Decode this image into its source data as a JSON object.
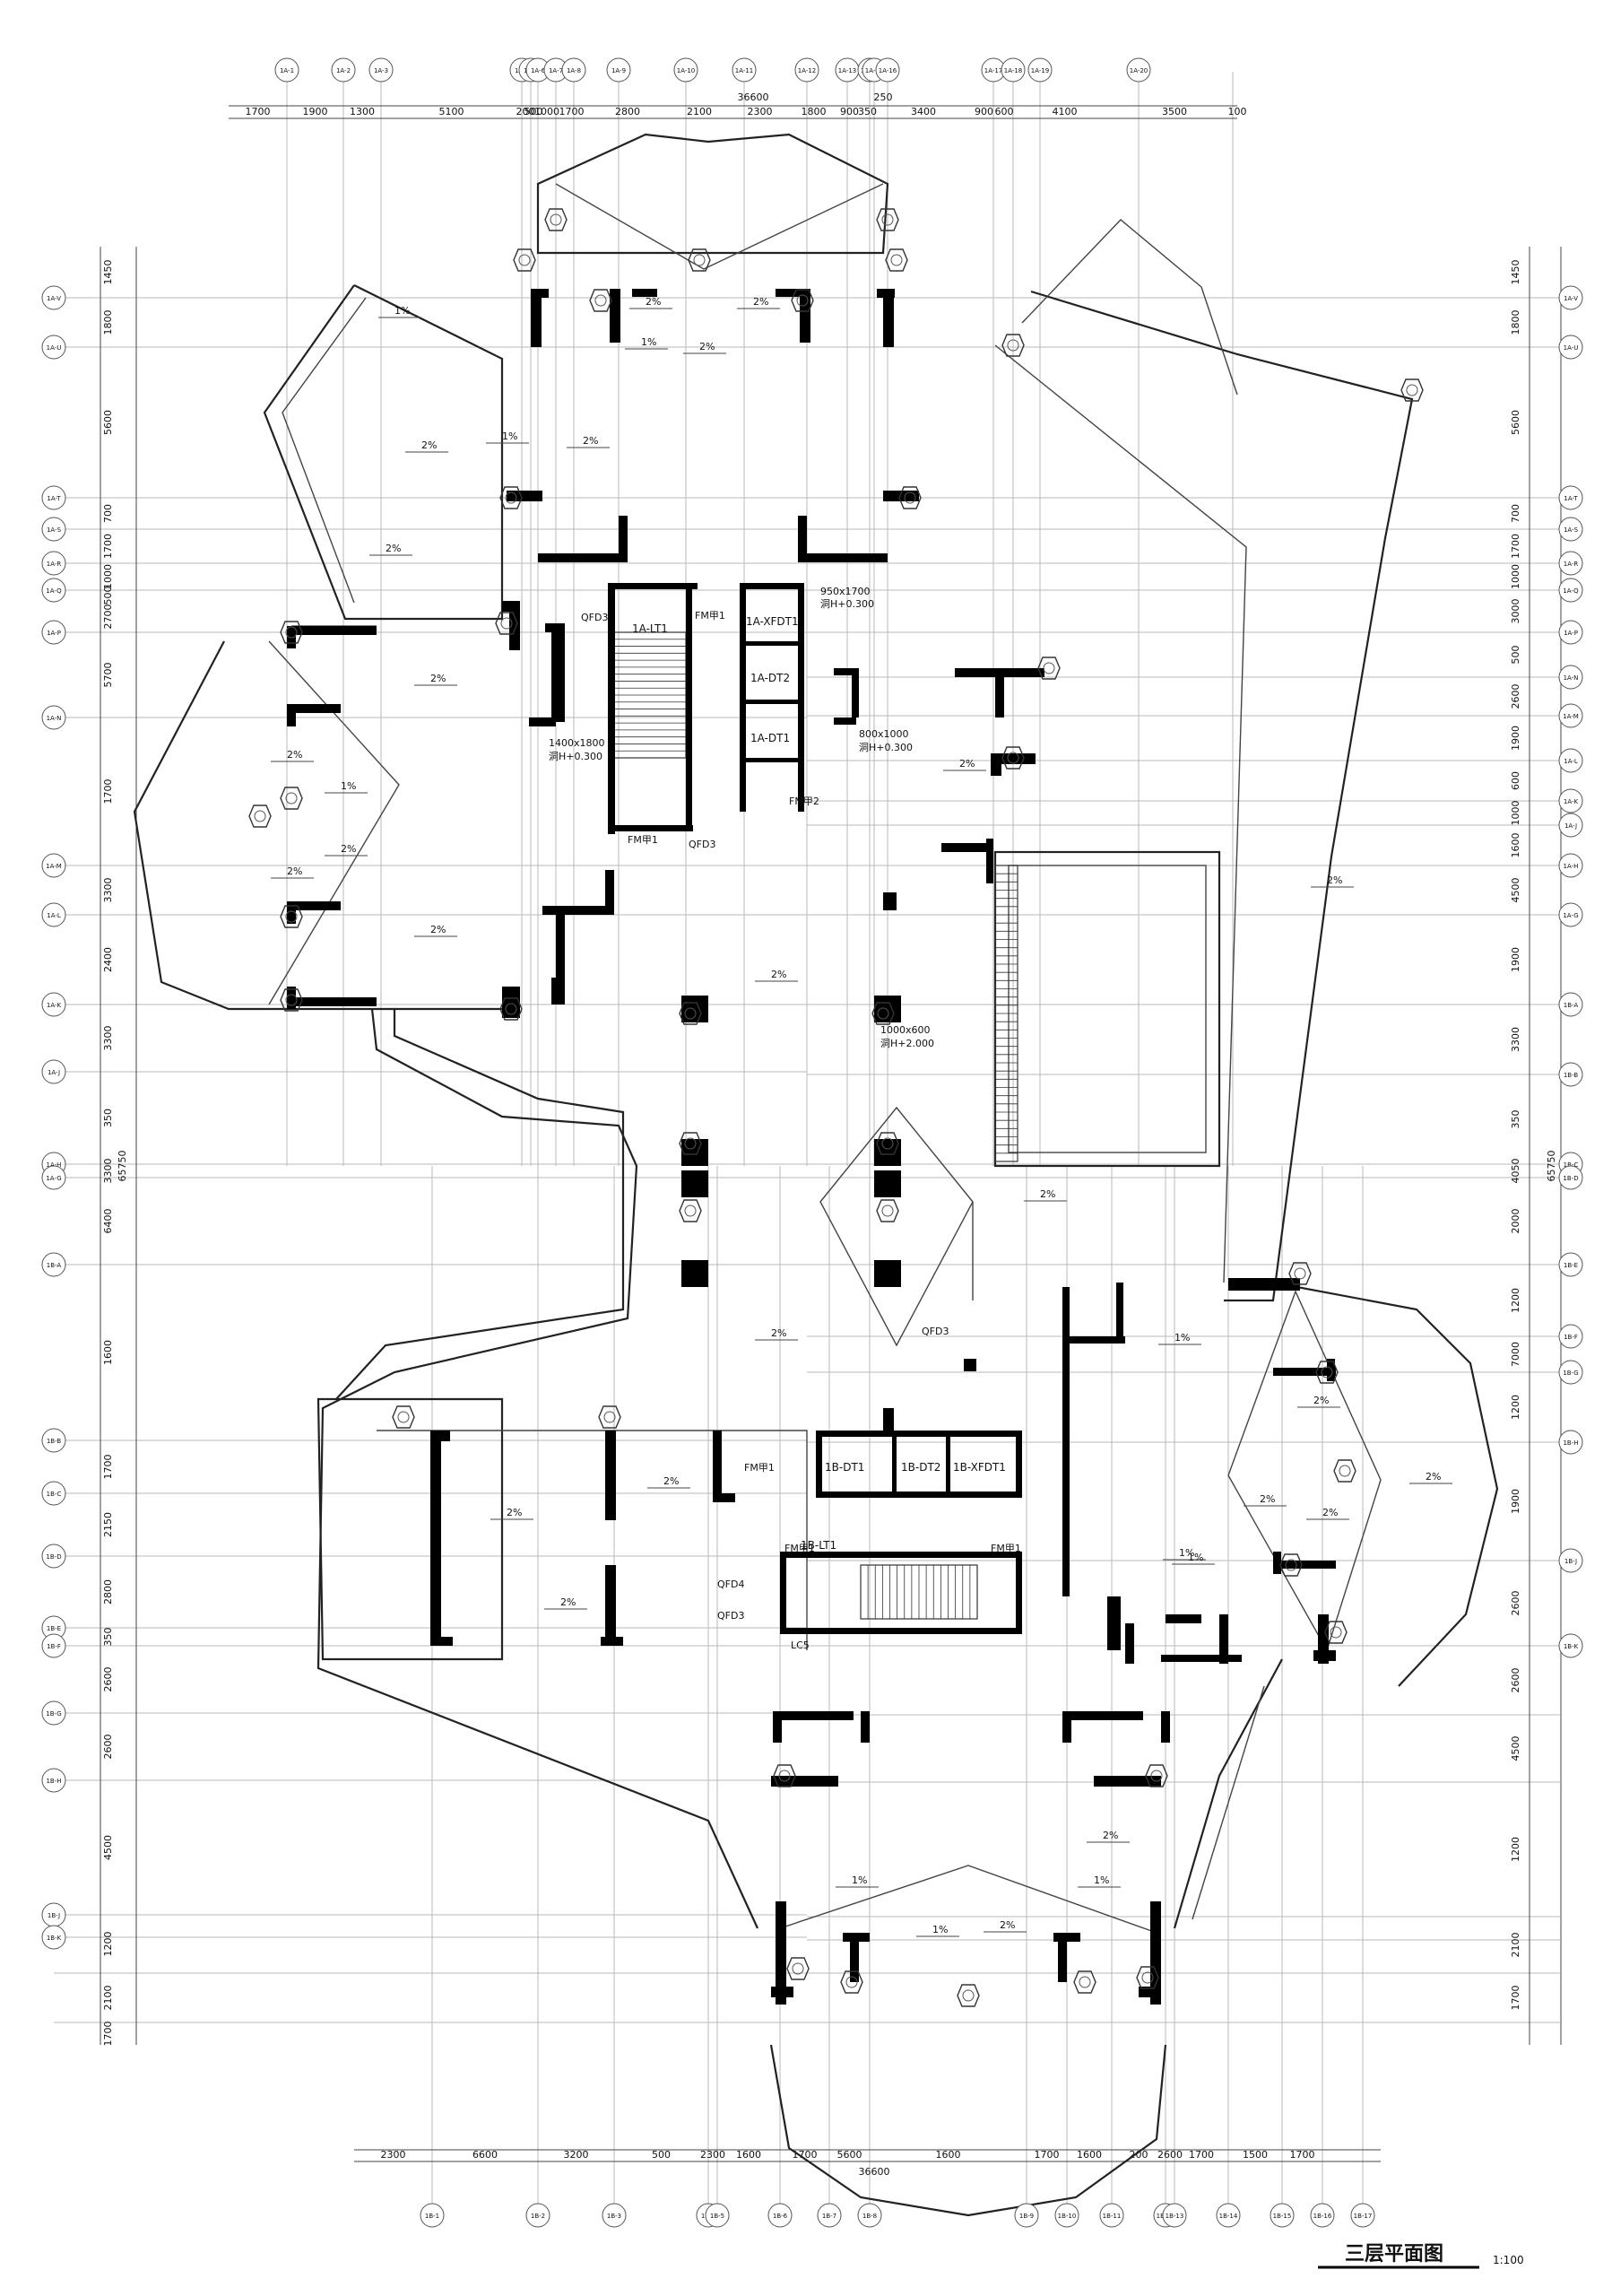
{
  "drawing": {
    "title": "三层平面图",
    "scale": "1:100"
  },
  "top_axes": [
    "1A-1",
    "1A-2",
    "1A-3",
    "1A-4",
    "1A-5",
    "1A-6",
    "1A-7",
    "1A-8",
    "1A-9",
    "1A-10",
    "1A-11",
    "1A-12",
    "1A-13",
    "1A-14",
    "1A-15",
    "1A-16",
    "1A-17",
    "1A-18",
    "1A-19",
    "1A-20"
  ],
  "bottom_axes": [
    "1B-1",
    "1B-2",
    "1B-3",
    "1B-4",
    "1B-5",
    "1B-6",
    "1B-7",
    "1B-8",
    "1B-9",
    "1B-10",
    "1B-11",
    "1B-12",
    "1B-13",
    "1B-14",
    "1B-15",
    "1B-16",
    "1B-17"
  ],
  "left_axes": [
    "1A-V",
    "1A-U",
    "1A-T",
    "1A-S",
    "1A-R",
    "1A-Q",
    "1A-P",
    "1A-N",
    "1A-M",
    "1A-L",
    "1A-K",
    "1A-J",
    "1A-H",
    "1A-G",
    "1B-A",
    "1B-B",
    "1B-C",
    "1B-D",
    "1B-E",
    "1B-F",
    "1B-G",
    "1B-H",
    "1B-J",
    "1B-K"
  ],
  "right_axes": [
    "1A-V",
    "1A-U",
    "1A-T",
    "1A-S",
    "1A-R",
    "1A-Q",
    "1A-P",
    "1A-N",
    "1A-M",
    "1A-L",
    "1A-K",
    "1A-J",
    "1A-H",
    "1A-G",
    "1B-A",
    "1B-B",
    "1B-C",
    "1B-D",
    "1B-E",
    "1B-F",
    "1B-G",
    "1B-H",
    "1B-J",
    "1B-K"
  ],
  "top_dims": {
    "total": "36600",
    "segments": [
      "1700",
      "1900",
      "1300",
      "5100",
      "200",
      "500",
      "1000",
      "1700",
      "2800",
      "2100",
      "2300",
      "1800",
      "900",
      "350",
      "3400",
      "900",
      "600",
      "4100",
      "3500",
      "100"
    ],
    "extra": [
      "250"
    ]
  },
  "bottom_dims": {
    "total": "36600",
    "segments": [
      "2300",
      "6600",
      "3200",
      "500",
      "2300",
      "1600",
      "1700",
      "5600",
      "1600",
      "1700",
      "1600",
      "200",
      "2600",
      "1700",
      "1500",
      "1700"
    ]
  },
  "left_dims": {
    "total": "65750",
    "segments": [
      "1450",
      "1800",
      "5600",
      "700",
      "1700",
      "1000",
      "500",
      "2700",
      "5700",
      "1700",
      "3300",
      "2400",
      "3300",
      "350",
      "3300",
      "6400",
      "1600",
      "1700",
      "2150",
      "2800",
      "350",
      "2600",
      "2600",
      "4500",
      "1200",
      "2100",
      "1700"
    ]
  },
  "right_dims": {
    "total": "65750",
    "segments": [
      "1450",
      "1800",
      "5600",
      "700",
      "1700",
      "1000",
      "3000",
      "500",
      "2600",
      "1900",
      "600",
      "1000",
      "1600",
      "4500",
      "1900",
      "3300",
      "350",
      "4050",
      "2000",
      "1200",
      "7000",
      "1200",
      "1900",
      "2600",
      "2600",
      "4500",
      "1200",
      "2100",
      "1700"
    ]
  },
  "rooms": {
    "stair_a": "1A-LT1",
    "elev_a1": "1A-XFDT1",
    "elev_a2": "1A-DT2",
    "elev_a3": "1A-DT1",
    "stair_b": "1B-LT1",
    "elev_b1": "1B-DT1",
    "elev_b2": "1B-DT2",
    "elev_b3": "1B-XFDT1"
  },
  "tags": {
    "fm1": "FM甲1",
    "fm2": "FM甲2",
    "fm_b1": "FM甲1",
    "fm_b2": "FM甲1",
    "qfd3a": "QFD3",
    "qfd3b": "QFD3",
    "qfd3c": "QFD3",
    "qfd4": "QFD4",
    "qfd3d": "QFD3",
    "lcs": "LC5",
    "hole1": "1400x1800",
    "hole1_h": "洞H+0.300",
    "hole2": "800x1000",
    "hole2_h": "洞H+0.300",
    "hole3": "950x1700",
    "hole3_h": "洞H+0.300",
    "hole4": "1000x600",
    "hole4_h": "洞H+2.000",
    "fm3": "FM甲1"
  },
  "slopes": {
    "s1": "2%",
    "s2": "2%",
    "s3": "2%",
    "s4": "1%",
    "s5": "2%",
    "s6": "2%",
    "s7": "2%",
    "s8": "2%",
    "s9": "2%",
    "s10": "1%",
    "s11": "2%",
    "s12": "2%",
    "s13": "2%",
    "s14": "2%",
    "s15": "2%",
    "s16": "2%",
    "s17": "2%",
    "s18": "1%",
    "s19": "2%",
    "s20": "2%",
    "s21": "2%",
    "s22": "1%",
    "s23": "1%",
    "s24": "2%",
    "s25": "2%",
    "s26": "2%",
    "s27": "1%",
    "s28": "1%",
    "s29": "1%",
    "s30": "2%",
    "s31": "2%",
    "s32": "1%",
    "s33": "1%",
    "s34": "2%",
    "s35": "2%"
  }
}
